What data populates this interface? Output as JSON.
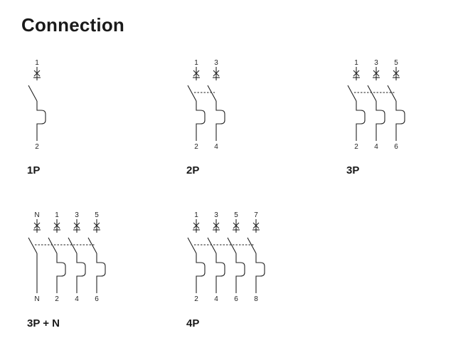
{
  "page": {
    "title": "Connection"
  },
  "diagrams": [
    {
      "id": "1p",
      "label": "1P",
      "top_terminals": [
        "1"
      ],
      "bottom_terminals": [
        "2"
      ],
      "neutral": false
    },
    {
      "id": "2p",
      "label": "2P",
      "top_terminals": [
        "1",
        "3"
      ],
      "bottom_terminals": [
        "2",
        "4"
      ],
      "neutral": false
    },
    {
      "id": "3p",
      "label": "3P",
      "top_terminals": [
        "1",
        "3",
        "5"
      ],
      "bottom_terminals": [
        "2",
        "4",
        "6"
      ],
      "neutral": false
    },
    {
      "id": "3pn",
      "label": "3P + N",
      "top_terminals": [
        "N",
        "1",
        "3",
        "5"
      ],
      "bottom_terminals": [
        "N",
        "2",
        "4",
        "6"
      ],
      "neutral": true
    },
    {
      "id": "4p",
      "label": "4P",
      "top_terminals": [
        "1",
        "3",
        "5",
        "7"
      ],
      "bottom_terminals": [
        "2",
        "4",
        "6",
        "8"
      ],
      "neutral": false
    }
  ]
}
